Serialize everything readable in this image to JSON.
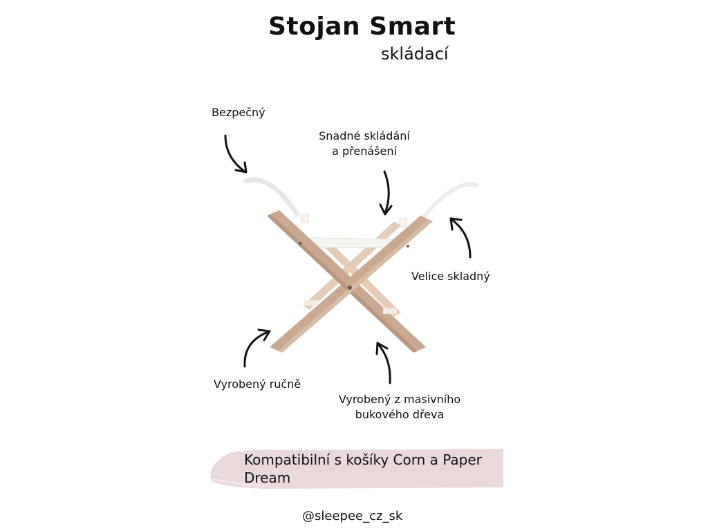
{
  "header": {
    "title": "Stojan Smart",
    "subtitle": "skládací"
  },
  "features": {
    "safe": "Bezpečný",
    "easy_fold_line1": "Snadné skládání",
    "easy_fold_line2": "a přenášení",
    "compact": "Velice skladný",
    "handmade": "Vyrobený ručně",
    "wood_line1": "Vyrobený z masivního",
    "wood_line2": "bukového dřeva"
  },
  "banner": {
    "text": "Kompatibilní s košíky Corn a Paper Dream"
  },
  "footer": {
    "handle": "@sleepee_cz_sk"
  },
  "colors": {
    "wood": "#c9a991",
    "wood_light": "#e4cdb8",
    "banner": "#e9d9db",
    "arrow": "#111111"
  }
}
